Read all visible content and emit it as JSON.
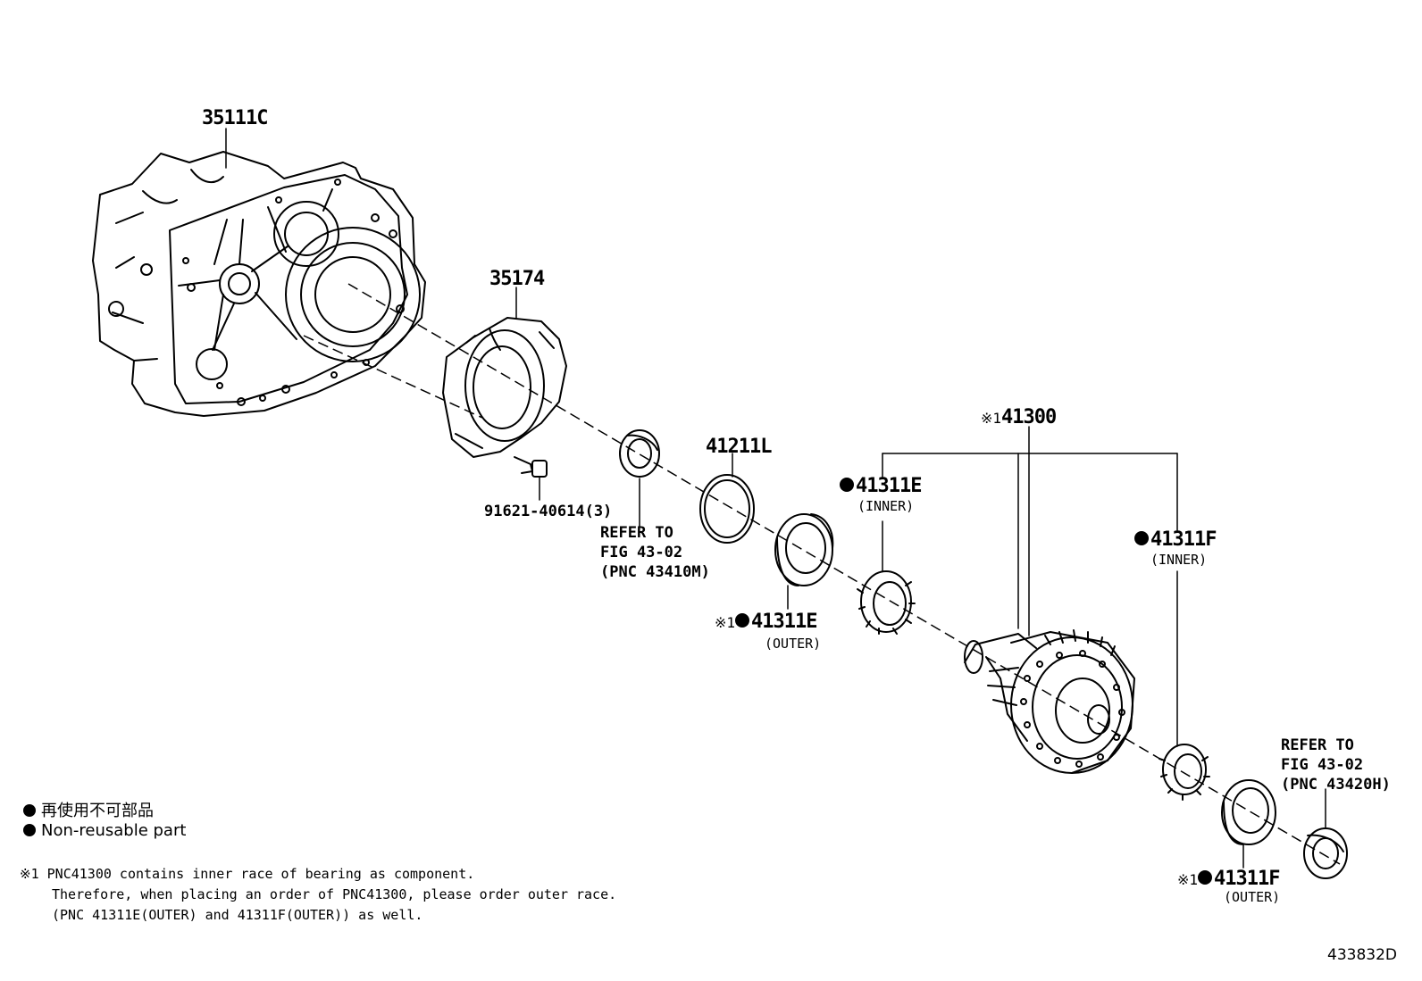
{
  "parts": {
    "case": "35111C",
    "cover": "35174",
    "bolt": "91621-40614(3)",
    "shim": "41211L",
    "diff": "41300",
    "diff_mark": "※1",
    "bearing_e_inner": "41311E",
    "bearing_e_inner_sub": "(INNER)",
    "bearing_f_inner": "41311F",
    "bearing_f_inner_sub": "(INNER)",
    "bearing_e_outer": "41311E",
    "bearing_e_outer_sub": "(OUTER)",
    "bearing_e_outer_mark": "※1",
    "bearing_f_outer": "41311F",
    "bearing_f_outer_sub": "(OUTER)",
    "bearing_f_outer_mark": "※1"
  },
  "refs": {
    "seal_left": [
      "REFER TO",
      "FIG 43-02",
      "(PNC 43410M)"
    ],
    "seal_right": [
      "REFER TO",
      "FIG 43-02",
      "(PNC 43420H)"
    ]
  },
  "legend": {
    "jp": "再使用不可部品",
    "en": "Non-reusable part"
  },
  "note": {
    "mark": "※1",
    "line1": "PNC41300 contains inner race of bearing as component.",
    "line2": "Therefore, when placing an order of PNC41300, please order outer race.",
    "line3": "(PNC 41311E(OUTER) and 41311F(OUTER)) as well."
  },
  "figure_id": "433832D"
}
